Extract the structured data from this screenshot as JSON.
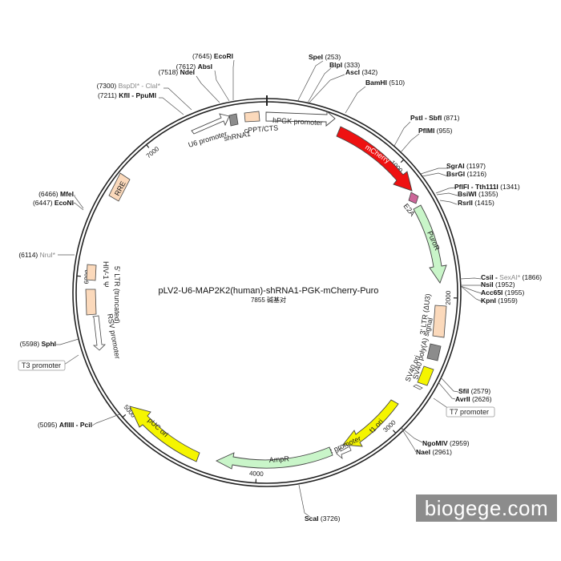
{
  "plasmid": {
    "name": "pLV2-U6-MAP2K2(human)-shRNA1-PGK-mCherry-Puro",
    "length_text": "7855 碱基对",
    "length_bp": 7855
  },
  "sites": [
    {
      "name": "EcoRI",
      "pos": "(7645)",
      "bp": 7645
    },
    {
      "name": "AbsI",
      "pos": "(7612)",
      "bp": 7612
    },
    {
      "name": "NdeI",
      "pos": "(7518)",
      "bp": 7518
    },
    {
      "name": "BspDI* - ClaI*",
      "pos": "(7300)",
      "bp": 7300,
      "gray": true
    },
    {
      "name": "KflI - PpuMI",
      "pos": "(7211)",
      "bp": 7211
    },
    {
      "name": "SpeI",
      "pos": "(253)",
      "bp": 253
    },
    {
      "name": "BlpI",
      "pos": "(333)",
      "bp": 333
    },
    {
      "name": "AscI",
      "pos": "(342)",
      "bp": 342
    },
    {
      "name": "BamHI",
      "pos": "(510)",
      "bp": 510
    },
    {
      "name": "PstI - SbfI",
      "pos": "(871)",
      "bp": 871
    },
    {
      "name": "PflMI",
      "pos": "(955)",
      "bp": 955
    },
    {
      "name": "SgrAI",
      "pos": "(1197)",
      "bp": 1197
    },
    {
      "name": "BsrGI",
      "pos": "(1216)",
      "bp": 1216
    },
    {
      "name": "PflFI - Tth111I",
      "pos": "(1341)",
      "bp": 1341
    },
    {
      "name": "BsiWI",
      "pos": "(1355)",
      "bp": 1355
    },
    {
      "name": "RsrII",
      "pos": "(1415)",
      "bp": 1415
    },
    {
      "name": "CsiI - SexAI*",
      "pos": "(1866)",
      "bp": 1866,
      "gray_part": "SexAI*"
    },
    {
      "name": "NsiI",
      "pos": "(1952)",
      "bp": 1952
    },
    {
      "name": "Acc65I",
      "pos": "(1955)",
      "bp": 1955
    },
    {
      "name": "KpnI",
      "pos": "(1959)",
      "bp": 1959
    },
    {
      "name": "SfiI",
      "pos": "(2579)",
      "bp": 2579
    },
    {
      "name": "AvrII",
      "pos": "(2626)",
      "bp": 2626
    },
    {
      "name": "NgoMIV",
      "pos": "(2959)",
      "bp": 2959
    },
    {
      "name": "NaeI",
      "pos": "(2961)",
      "bp": 2961
    },
    {
      "name": "ScaI",
      "pos": "(3726)",
      "bp": 3726
    },
    {
      "name": "AflIII - PciI",
      "pos": "(5095)",
      "bp": 5095
    },
    {
      "name": "SphI",
      "pos": "(5598)",
      "bp": 5598
    },
    {
      "name": "NruI*",
      "pos": "(6114)",
      "bp": 6114,
      "gray": true
    },
    {
      "name": "MfeI",
      "pos": "(6466)",
      "bp": 6466
    },
    {
      "name": "EcoNI",
      "pos": "(6447)",
      "bp": 6447
    }
  ],
  "features": [
    {
      "name": "U6 promoter",
      "color": "#ffffff",
      "kind": "arrow"
    },
    {
      "name": "shRNA1",
      "color": "#8c8c8c",
      "kind": "box"
    },
    {
      "name": "cPPT/CTS",
      "color": "#fbd9bb",
      "kind": "box"
    },
    {
      "name": "hPGK promoter",
      "color": "#ffffff",
      "kind": "arrow"
    },
    {
      "name": "mCherry",
      "color": "#ee1111",
      "kind": "arrow"
    },
    {
      "name": "E2A",
      "color": "#cc6699",
      "kind": "box"
    },
    {
      "name": "PuroR",
      "color": "#c9f5c9",
      "kind": "arrow"
    },
    {
      "name": "3' LTR (ΔU3)",
      "color": "#fbd9bb",
      "kind": "box"
    },
    {
      "name": "SV40 poly(A) signal",
      "color": "#8c8c8c",
      "kind": "box"
    },
    {
      "name": "SV40 ori",
      "color": "#f5f500",
      "kind": "box"
    },
    {
      "name": "f1 ori",
      "color": "#f5f500",
      "kind": "arrow"
    },
    {
      "name": "AmpR promoter",
      "color": "#ffffff",
      "kind": "arrow"
    },
    {
      "name": "AmpR",
      "color": "#c9f5c9",
      "kind": "arrow"
    },
    {
      "name": "pUC ori",
      "color": "#f5f500",
      "kind": "arrow"
    },
    {
      "name": "RSV promoter",
      "color": "#ffffff",
      "kind": "arrow"
    },
    {
      "name": "5' LTR (truncated)",
      "color": "#fbd9bb",
      "kind": "box"
    },
    {
      "name": "HIV-1 Ψ",
      "color": "#fbd9bb",
      "kind": "box"
    },
    {
      "name": "RRE",
      "color": "#fbd9bb",
      "kind": "box"
    }
  ],
  "primers": [
    {
      "name": "T3 promoter"
    },
    {
      "name": "T7 promoter"
    }
  ],
  "ticks": [
    {
      "label": "1000",
      "bp": 1000
    },
    {
      "label": "2000",
      "bp": 2000
    },
    {
      "label": "3000",
      "bp": 3000
    },
    {
      "label": "4000",
      "bp": 4000
    },
    {
      "label": "5000",
      "bp": 5000
    },
    {
      "label": "6000",
      "bp": 6000
    },
    {
      "label": "7000",
      "bp": 7000
    }
  ],
  "watermark": "biogege.com"
}
